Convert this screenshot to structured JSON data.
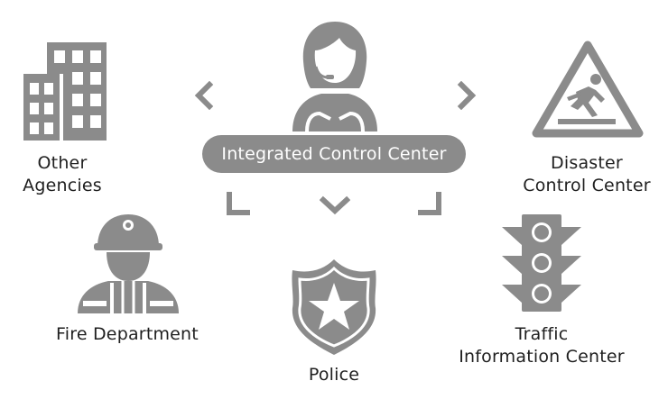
{
  "colors": {
    "icon": "#8b8b8b",
    "pill_bg": "#8b8b8b",
    "pill_text": "#ffffff",
    "text": "#1f1f1f"
  },
  "center": {
    "label": "Integrated Control Center",
    "icon": "operator-headset-icon"
  },
  "nodes": {
    "other_agencies": {
      "line1": "Other",
      "line2": "Agencies",
      "icon": "buildings-icon"
    },
    "disaster": {
      "line1": "Disaster",
      "line2": "Control Center",
      "icon": "slip-hazard-warning-icon"
    },
    "fire": {
      "label": "Fire Department",
      "icon": "firefighter-icon"
    },
    "police": {
      "label": "Police",
      "icon": "police-badge-icon"
    },
    "traffic": {
      "line1": "Traffic",
      "line2": "Information Center",
      "icon": "traffic-light-icon"
    }
  }
}
